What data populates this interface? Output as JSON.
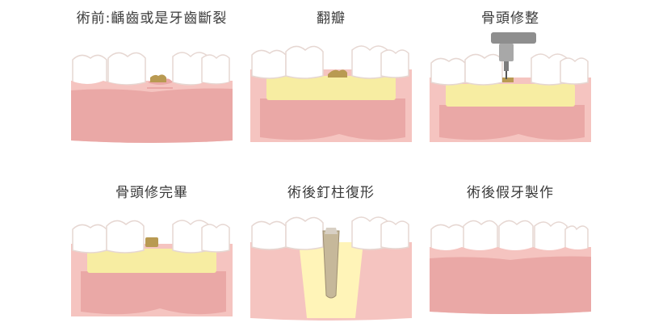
{
  "steps": [
    {
      "label": "術前:齲齒或是牙齒斷裂"
    },
    {
      "label": "翻瓣"
    },
    {
      "label": "骨頭修整"
    },
    {
      "label": "骨頭修完畢"
    },
    {
      "label": "術後釘柱復形"
    },
    {
      "label": "術後假牙製作"
    }
  ],
  "colors": {
    "gum": "#f5c4c0",
    "gum_dark": "#e8a2a0",
    "bone": "#f7eda2",
    "tooth": "#ffffff",
    "tooth_outline": "#e6d7d2",
    "root_remnant": "#b99a52",
    "post": "#c6b89a",
    "drill": "#9a9a9a",
    "glow": "#fff4b8"
  },
  "icons": [
    "tooth-icon",
    "drill-icon",
    "post-icon"
  ]
}
